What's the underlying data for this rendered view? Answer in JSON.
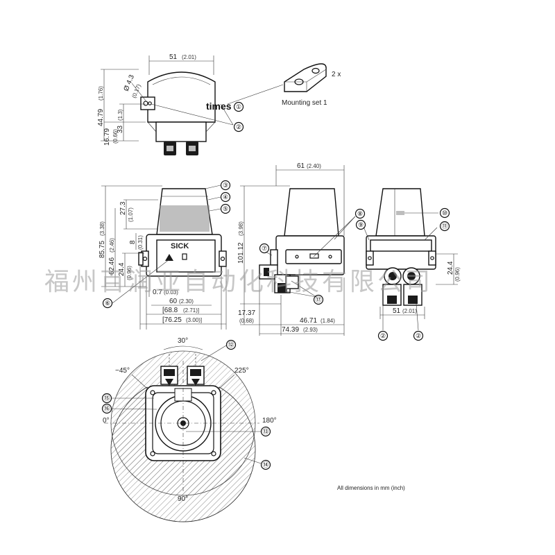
{
  "watermark": "福州百润亚自动化科技有限公司",
  "note": "All dimensions in mm (inch)",
  "mounting_set": {
    "label": "Mounting set 1",
    "qty": "2 x",
    "times_label": "times"
  },
  "top_view": {
    "width": "51",
    "width_in": "(2.01)",
    "hole": "Ø 4.3",
    "hole_in": "(0.17)",
    "h1": "44.79",
    "h1_in": "(1.76)",
    "h2": "33",
    "h2_in": "(1.3)",
    "h3": "16.79",
    "h3_in": "(0.66)"
  },
  "front_view": {
    "d1": "27.3",
    "d1_in": "(1.07)",
    "d2": "8",
    "d2_in": "(0.31)",
    "d3": "85.75",
    "d3_in": "(3.38)",
    "d4": "62.46",
    "d4_in": "(2.46)",
    "d5": "24.4",
    "d5_in": "(0.96)",
    "w1": "0.7",
    "w1_in": "(0.03)",
    "w2": "60",
    "w2_in": "(2.30)",
    "w3": "[68.8",
    "w3_in": "(2.71)]",
    "w4": "[76.25",
    "w4_in": "(3.00)]",
    "brand": "SICK"
  },
  "side_view": {
    "top": "61",
    "top_in": "(2.40)",
    "height": "101.12",
    "height_in": "(3.98)",
    "bottom_h": "17.37",
    "bottom_h_in": "(0.68)",
    "w1": "46.71",
    "w1_in": "(1.84)",
    "w2": "74.39",
    "w2_in": "(2.93)"
  },
  "rear_view": {
    "w": "51",
    "w_in": "(2.01)",
    "h": "24.4",
    "h_in": "(0.96)"
  },
  "bottom_view": {
    "angle_top": "30°",
    "angle_left": "−45°",
    "angle_right": "225°",
    "angle_0": "0°",
    "angle_180": "180°",
    "angle_90": "90°"
  },
  "callouts": {
    "c1": "①",
    "c2": "②",
    "c3": "③",
    "c4": "④",
    "c5": "⑤",
    "c6": "⑥",
    "c7": "⑦",
    "c8": "⑧",
    "c9": "⑨",
    "c10": "⑩",
    "c11": "⑪",
    "c12": "⑫",
    "c13": "⑬",
    "c14": "⑭",
    "c15": "⑮",
    "c16": "⑯",
    "c17": "⑰"
  }
}
